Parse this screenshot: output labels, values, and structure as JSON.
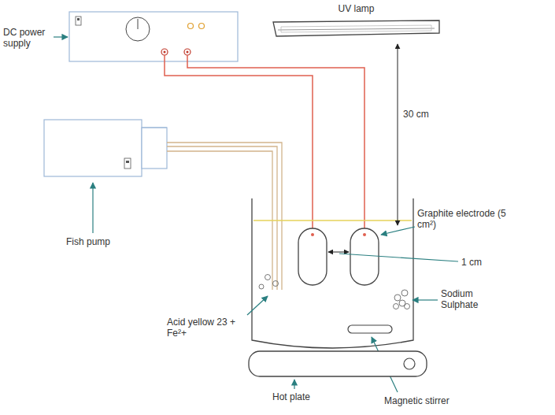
{
  "diagram": {
    "nodes": [
      {
        "text": [
          "UV lamp"
        ]
      }
    ],
    "labels": [
      "DC power supply",
      "30 cm",
      "Fish pump",
      "Graphite electrode (5 cm²)",
      "1 cm",
      "Sodium Sulphate",
      "Acid yellow 23 + Fe²+",
      "Hot plate",
      "Magnetic stirrer"
    ]
  }
}
